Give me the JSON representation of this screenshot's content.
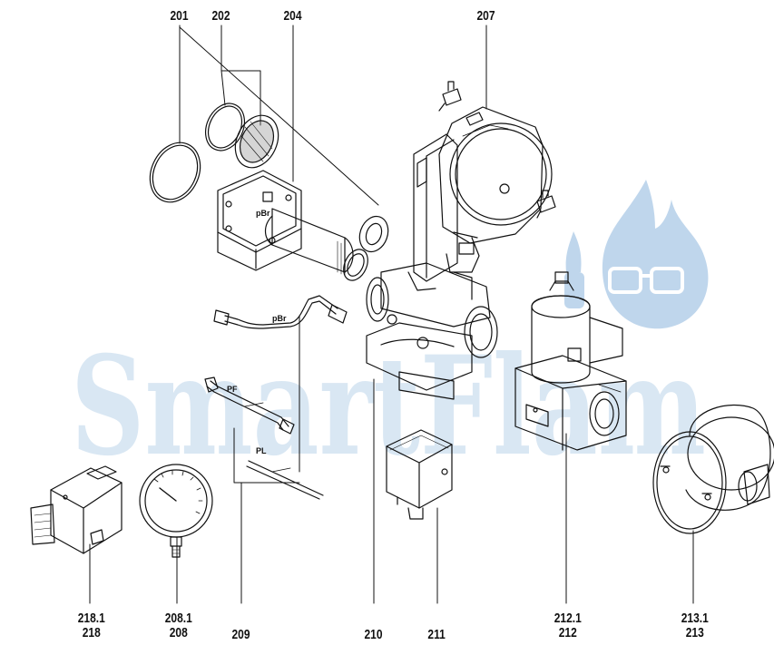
{
  "labels": {
    "l201": "201",
    "l202": "202",
    "l204": "204",
    "l207": "207",
    "l209": "209",
    "l210": "210",
    "l211": "211",
    "l2181": "218.1",
    "l218": "218",
    "l2081": "208.1",
    "l208": "208",
    "l2121": "212.1",
    "l212": "212",
    "l2131": "213.1",
    "l213": "213"
  },
  "part_tags": {
    "pbr_tube": "pBr",
    "pbr_flange": "pBr",
    "pf": "PF",
    "pl": "PL"
  },
  "watermark": {
    "text": "SmartFlam",
    "color": "#b9d3ea"
  }
}
